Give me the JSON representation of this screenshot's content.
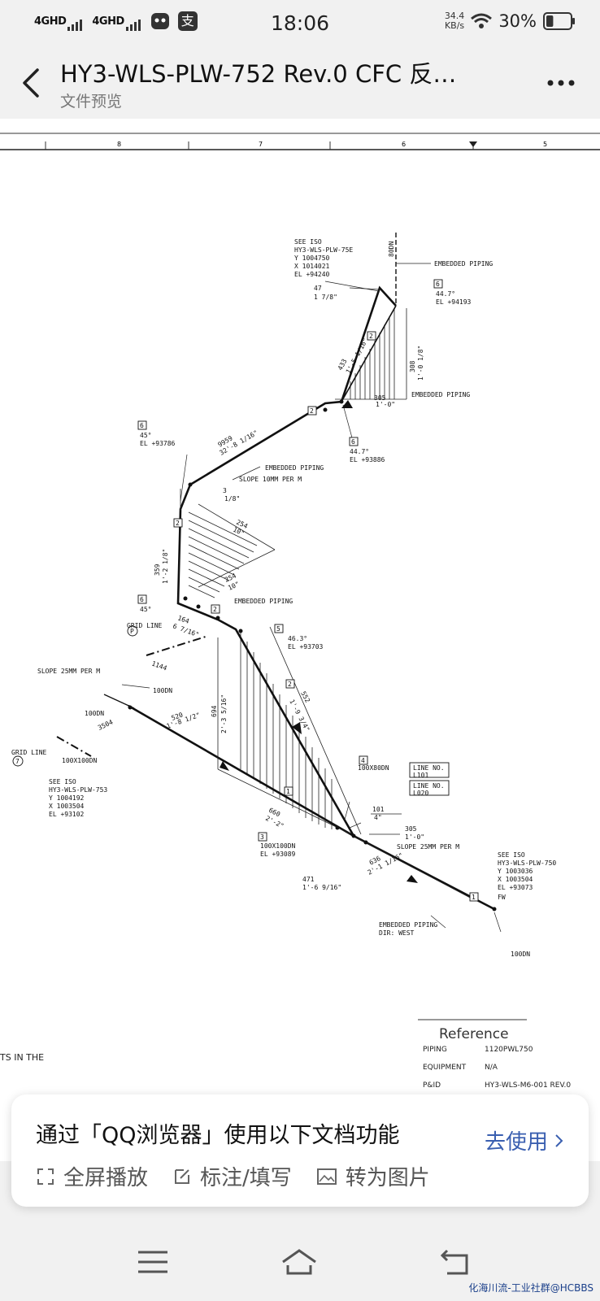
{
  "status_bar": {
    "network_1": "4GHD",
    "network_2": "4GHD",
    "app_badge": "支",
    "time": "18:06",
    "net_speed_value": "34.4",
    "net_speed_unit": "KB/s",
    "battery": "30%",
    "battery_level": 0.3
  },
  "header": {
    "title": "HY3-WLS-PLW-752 Rev.0 CFC 反…",
    "subtitle": "文件预览"
  },
  "drawing": {
    "ruler_labels": [
      "8",
      "7",
      "6",
      "5"
    ],
    "labels": {
      "see_iso_top": [
        "SEE ISO",
        "HY3-WLS-PLW-75E",
        "Y 1004750",
        "X 1014021",
        "EL +94240"
      ],
      "dn_80_top": "80DN",
      "embedded_top": "EMBEDDED PIPING",
      "dim_47": "47",
      "dim_47_in": "1 7/8\"",
      "box_6_a": "6",
      "angle_a": "44.7°",
      "el_a": "EL +94193",
      "dim_433": "433",
      "dim_433_in": "1'-5 1/16\"",
      "box_2_a": "2",
      "dim_308": "308",
      "dim_308_in": "1'-0 1/8\"",
      "dim_305_a": "305",
      "dim_305_a_in": "1'-0\"",
      "embedded_b": "EMBEDDED PIPING",
      "box_6_b": "6",
      "angle_b": "45°",
      "el_b": "EL +93786",
      "dim_9959": "9959",
      "dim_9959_in": "32'-8 1/16\"",
      "box_2_b": "2",
      "box_6_c": "6",
      "angle_c": "44.7°",
      "el_c": "EL +93886",
      "embedded_c": "EMBEDDED PIPING",
      "slope_10": "SLOPE 10MM PER M",
      "dim_3": "3",
      "dim_3_in": "1/8\"",
      "dim_254_a": "254",
      "dim_254_a_in": "10\"",
      "box_2_c": "2",
      "dim_359": "359",
      "dim_359_in": "1'-2 1/8\"",
      "dim_254_b": "254",
      "dim_254_b_in": "10\"",
      "box_6_d": "6",
      "angle_d": "45°",
      "embedded_d": "EMBEDDED PIPING",
      "box_2_d": "2",
      "dim_164": "164",
      "dim_164_in": "6 7/16\"",
      "grid_line_p": "GRID LINE",
      "grid_p": "P",
      "box_5": "5",
      "angle_e": "46.3°",
      "el_e": "EL +93703",
      "dim_1144": "1144",
      "slope_25_a": "SLOPE 25MM PER M",
      "dn_100_a": "100DN",
      "dn_100_b": "100DN",
      "dim_3504": "3504",
      "dim_520": "520",
      "dim_520_in": "1'-8 1/2\"",
      "dim_694": "694",
      "dim_694_in": "2'-3 5/16\"",
      "box_2_e": "2",
      "dim_552": "552",
      "dim_552_in": "1'-9 3/4\"",
      "grid_line_7": "GRID LINE",
      "grid_7": "7",
      "dn_100x100": "100X100DN",
      "box_4": "4",
      "dn_100x80": "100X80DN",
      "line_no_1": "LINE NO.",
      "line_no_1_val": "L101",
      "line_no_2": "LINE NO.",
      "line_no_2_val": "L020",
      "see_iso_left": [
        "SEE ISO",
        "HY3-WLS-PLW-753",
        "Y 1004192",
        "X 1003504",
        "EL +93102"
      ],
      "box_1_a": "1",
      "dim_101": "101",
      "dim_101_in": "4\"",
      "dim_660": "660",
      "dim_660_in": "2'-2\"",
      "dim_305_b": "305",
      "dim_305_b_in": "1'-0\"",
      "box_3": "3",
      "dn_100x100_b": "100X100DN",
      "el_f": "EL +93089",
      "slope_25_b": "SLOPE 25MM PER M",
      "dim_636": "636",
      "dim_636_in": "2'-1 1/16\"",
      "dim_471": "471",
      "dim_471_in": "1'-6 9/16\"",
      "see_iso_right": [
        "SEE ISO",
        "HY3-WLS-PLW-750",
        "Y 1003036",
        "X 1003504",
        "EL +93073"
      ],
      "fw": "FW",
      "box_1_b": "1",
      "embedded_e": "EMBEDDED PIPING",
      "dir_west": "DIR: WEST",
      "dn_100_c": "100DN"
    },
    "side_text": "TS IN THE",
    "reference": {
      "title": "Reference",
      "rows": [
        {
          "label": "PIPING",
          "value": "1120PWL750"
        },
        {
          "label": "EQUIPMENT",
          "value": "N/A"
        },
        {
          "label": "P&ID",
          "value": "HY3-WLS-M6-001 REV.0"
        }
      ]
    }
  },
  "banner": {
    "title": "通过「QQ浏览器」使用以下文档功能",
    "cta": "去使用",
    "options": [
      "全屏播放",
      "标注/填写",
      "转为图片"
    ]
  },
  "watermark": "化海川流-工业社群@HCBBS"
}
